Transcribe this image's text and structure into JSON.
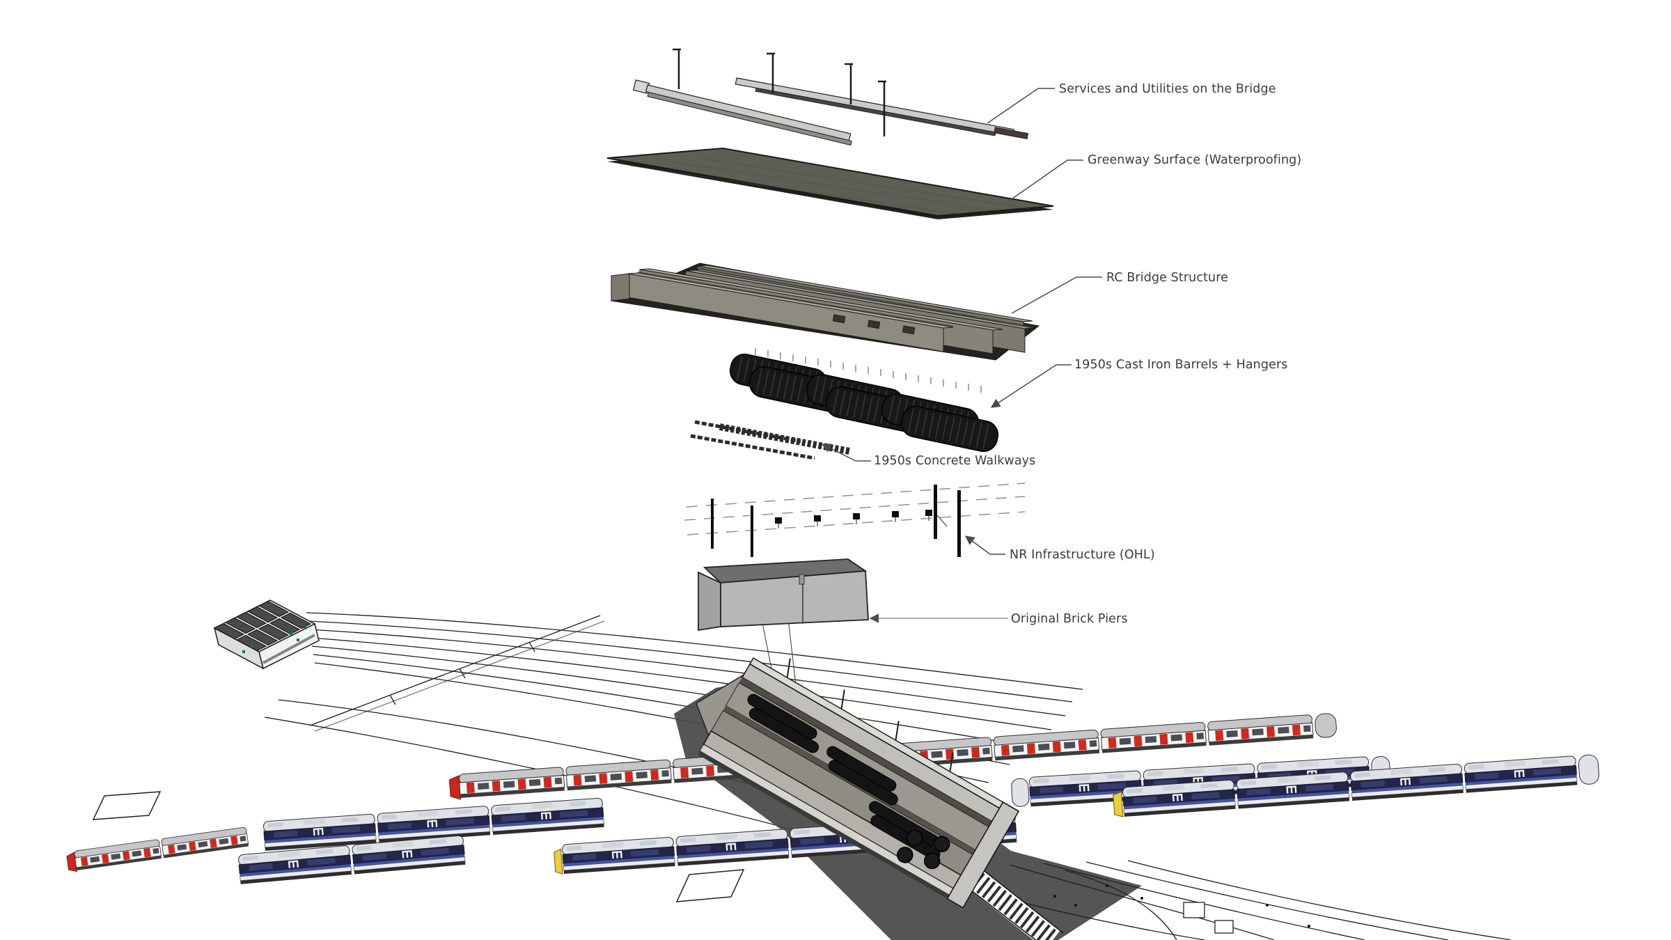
{
  "diagram": {
    "type": "exploded-axonometric-diagram",
    "subject": "Bridge structure layers over railway corridor",
    "labels": [
      {
        "id": "services",
        "text": "Services and Utilities on the Bridge"
      },
      {
        "id": "greenway",
        "text": "Greenway Surface (Waterproofing)"
      },
      {
        "id": "rc_structure",
        "text": "RC Bridge Structure"
      },
      {
        "id": "barrels",
        "text": "1950s Cast Iron Barrels + Hangers"
      },
      {
        "id": "walkways",
        "text": "1950s Concrete Walkways"
      },
      {
        "id": "ohl",
        "text": "NR Infrastructure (OHL)"
      },
      {
        "id": "piers",
        "text": "Original Brick Piers"
      }
    ],
    "palette": {
      "background": "#ffffff",
      "label_text": "#3b3b3b",
      "leader_line": "#4a4a4a",
      "greenway_surface": "#5e5e54",
      "concrete_gray": "#8a887c",
      "steel_light": "#c9c7c2",
      "cast_iron_black": "#161616",
      "pier_gray": "#b7b7b7",
      "shadow": "#474747",
      "lu_train_red": "#cd2a20",
      "train_silver": "#c7c7ca",
      "train_navy_band": "#23264a",
      "train_blue_stripe": "#4553a8",
      "cab_yellow": "#e8cf3c"
    }
  }
}
